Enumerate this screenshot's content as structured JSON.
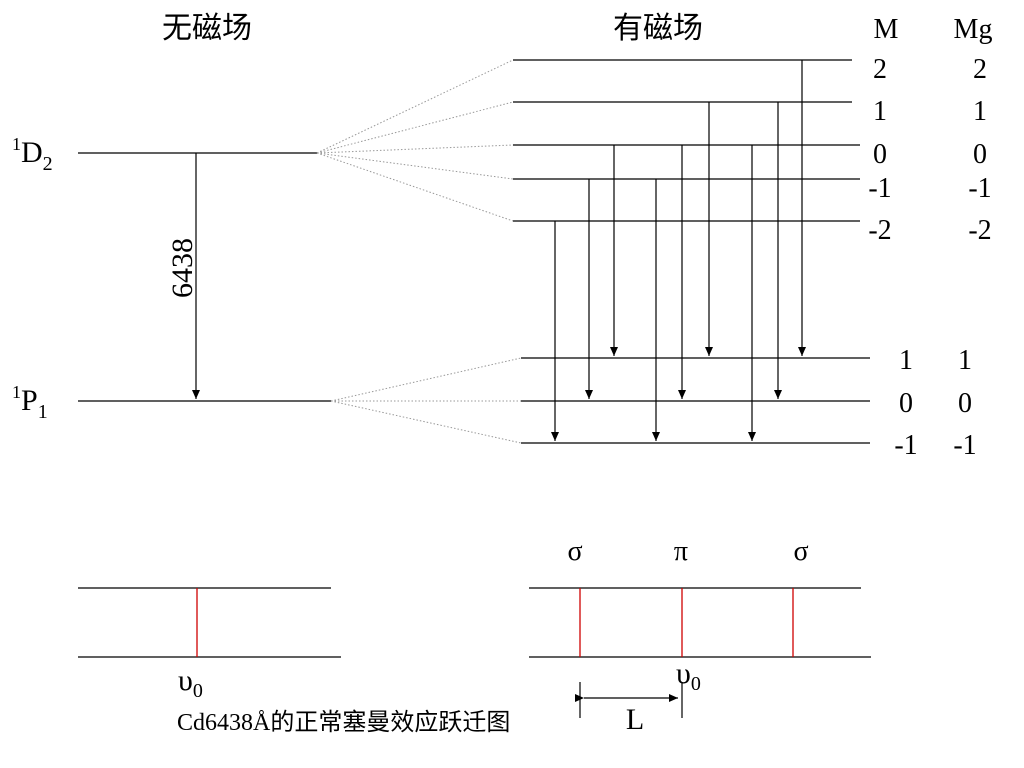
{
  "headings": {
    "no_field": "无磁场",
    "with_field": "有磁场",
    "col_m": "M",
    "col_mg": "Mg"
  },
  "levels": {
    "upper": {
      "sup": "1",
      "letter": "D",
      "sub": "2"
    },
    "lower": {
      "sup": "1",
      "letter": "P",
      "sub": "1"
    }
  },
  "wavelength_label": "6438",
  "upper_sublevels": [
    {
      "m": "2",
      "mg": "2"
    },
    {
      "m": "1",
      "mg": "1"
    },
    {
      "m": "0",
      "mg": "0"
    },
    {
      "m": "-1",
      "mg": "-1"
    },
    {
      "m": "-2",
      "mg": "-2"
    }
  ],
  "lower_sublevels": [
    {
      "m": "1",
      "mg": "1"
    },
    {
      "m": "0",
      "mg": "0"
    },
    {
      "m": "-1",
      "mg": "-1"
    }
  ],
  "transitions": [
    {
      "from_m": 2,
      "to_m": 1
    },
    {
      "from_m": 1,
      "to_m": 1
    },
    {
      "from_m": 1,
      "to_m": 0
    },
    {
      "from_m": 0,
      "to_m": 1
    },
    {
      "from_m": 0,
      "to_m": 0
    },
    {
      "from_m": 0,
      "to_m": -1
    },
    {
      "from_m": -1,
      "to_m": 0
    },
    {
      "from_m": -1,
      "to_m": -1
    },
    {
      "from_m": -2,
      "to_m": -1
    }
  ],
  "spectrum": {
    "line_color": "#d00000",
    "nu_symbol": "υ",
    "nu_sub": "0",
    "sigma": "σ",
    "pi": "π",
    "spacing_label": "L"
  },
  "caption": "Cd6438Å的正常塞曼效应跃迁图"
}
